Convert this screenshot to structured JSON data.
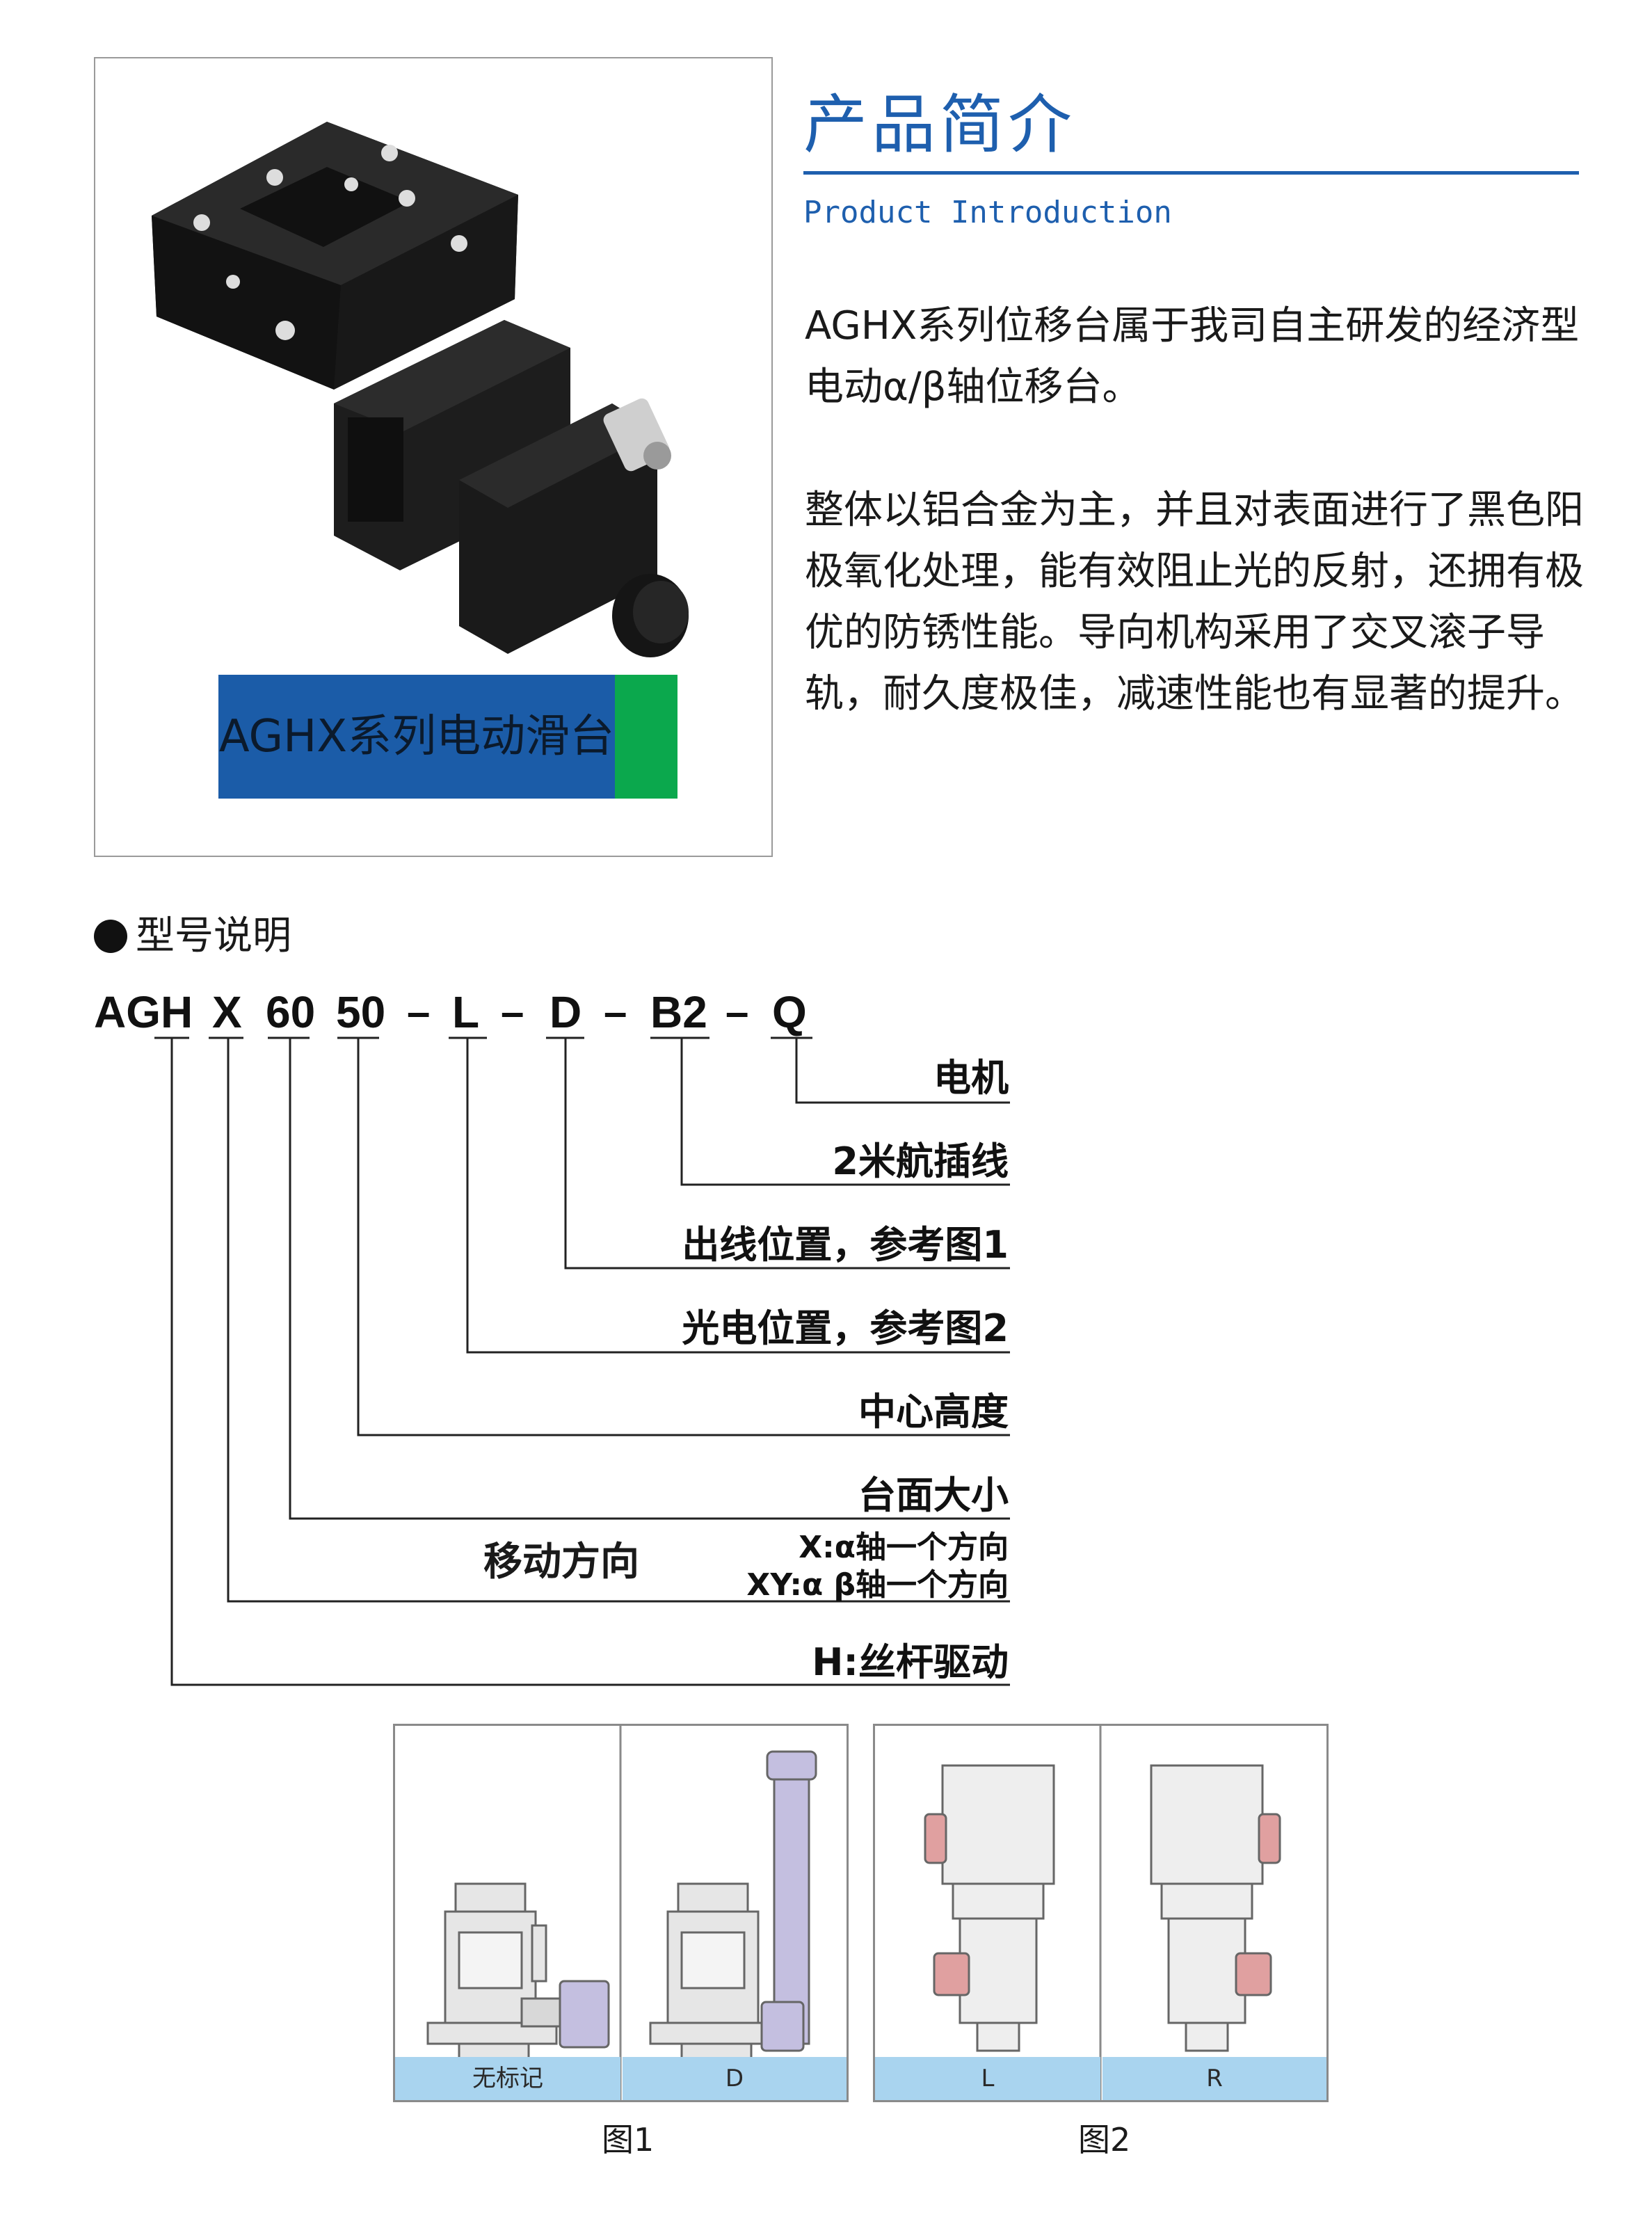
{
  "product_image": {
    "banner_text": "AGHX系列电动滑台"
  },
  "intro": {
    "title": "产品简介",
    "subtitle": "Product Introduction",
    "paragraphs": [
      "AGHX系列位移台属于我司自主研发的经济型电动α/β轴位移台。",
      "整体以铝合金为主，并且对表面进行了黑色阳极氧化处理，能有效阻止光的反射，还拥有极优的防锈性能。导向机构采用了交叉滚子导轨，耐久度极佳，减速性能也有显著的提升。"
    ]
  },
  "model": {
    "heading": "型号说明",
    "code_parts": [
      "AGH",
      "X",
      "60",
      "50",
      "L",
      "D",
      "B2",
      "Q"
    ],
    "separator": "–",
    "labels": {
      "q": "电机",
      "b2": "2米航插线",
      "d": "出线位置，参考图1",
      "l": "光电位置，参考图2",
      "center": "中心高度",
      "size": "台面大小",
      "direction": "移动方向",
      "direction_x": "X:α轴一个方向",
      "direction_xy": "XY:α  β轴一个方向",
      "drive": "H:丝杆驱动"
    }
  },
  "figures": [
    {
      "title": "图1",
      "cells": [
        "无标记",
        "D"
      ]
    },
    {
      "title": "图2",
      "cells": [
        "L",
        "R"
      ]
    }
  ],
  "colors": {
    "brand_blue": "#1e5fae",
    "banner_blue": "#1b5ca8",
    "banner_green": "#0ba84d",
    "caption_blue": "#a9d4ef",
    "connector_pink": "#e0a0a0",
    "motor_purple": "#c4bfe0"
  }
}
